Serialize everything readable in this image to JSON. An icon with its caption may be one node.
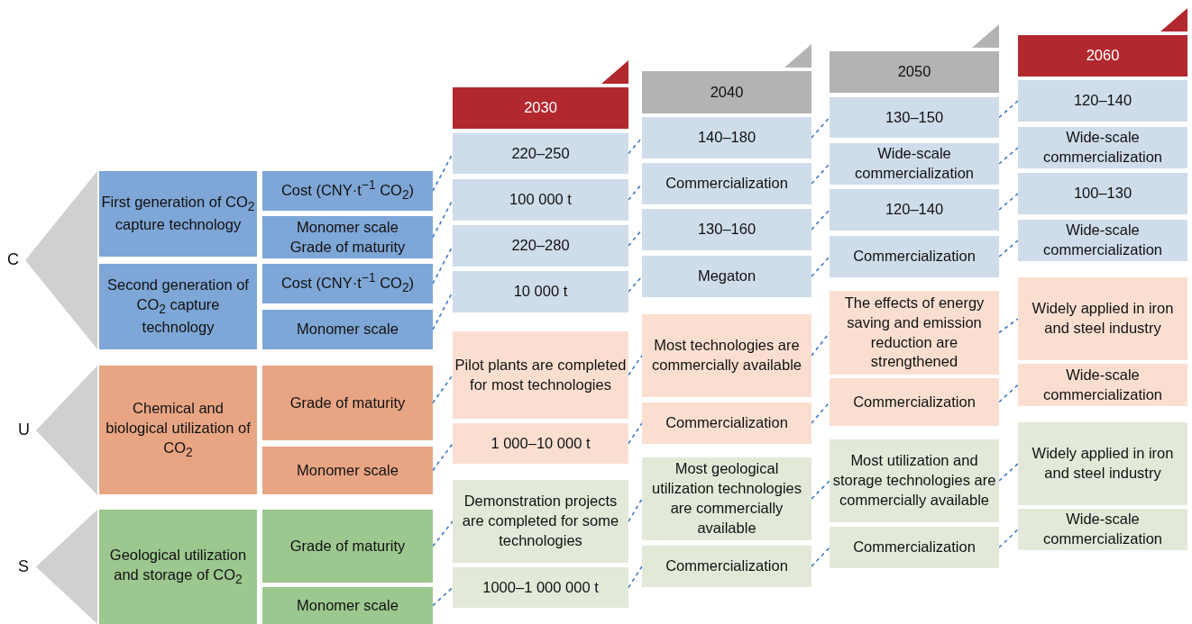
{
  "diagram": {
    "nodes": [
      {
        "text": [
          "C"
        ]
      },
      {
        "text": [
          "First generation of CO$_{2}$ capture technology"
        ]
      },
      {
        "text": [
          "Cost (CNY·t$^{−1}$ CO$_{2}$)"
        ]
      },
      {
        "text": [
          "Monomer scale",
          "Grade of maturity"
        ]
      },
      {
        "text": [
          "Second generation of CO$_{2}$ capture technology"
        ]
      },
      {
        "text": [
          "Cost (CNY·t$^{−1}$ CO$_{2}$)"
        ]
      },
      {
        "text": [
          "Monomer scale"
        ]
      },
      {
        "text": [
          "U"
        ]
      },
      {
        "text": [
          "Chemical and biological utilization of CO$_{2}$"
        ]
      },
      {
        "text": [
          "Grade of maturity"
        ]
      },
      {
        "text": [
          "Monomer scale"
        ]
      },
      {
        "text": [
          "S"
        ]
      },
      {
        "text": [
          "Geological utilization and storage of CO$_{2}$"
        ]
      },
      {
        "text": [
          "Grade of maturity"
        ]
      },
      {
        "text": [
          "Monomer scale"
        ]
      },
      {
        "text": [
          "2030"
        ]
      },
      {
        "text": [
          "220–250"
        ]
      },
      {
        "text": [
          "100 000 t"
        ]
      },
      {
        "text": [
          "220–280"
        ]
      },
      {
        "text": [
          "10 000 t"
        ]
      },
      {
        "text": [
          "Pilot plants are completed for most technologies"
        ]
      },
      {
        "text": [
          "1 000–10 000 t"
        ]
      },
      {
        "text": [
          "Demonstration projects are completed for some technologies"
        ]
      },
      {
        "text": [
          "1000–1 000 000 t"
        ]
      },
      {
        "text": [
          "2040"
        ]
      },
      {
        "text": [
          "140–180"
        ]
      },
      {
        "text": [
          "Commercialization"
        ]
      },
      {
        "text": [
          "130–160"
        ]
      },
      {
        "text": [
          "Megaton"
        ]
      },
      {
        "text": [
          "Most technologies are commercially available"
        ]
      },
      {
        "text": [
          "Commercialization"
        ]
      },
      {
        "text": [
          "Most geological utilization technologies are commercially available"
        ]
      },
      {
        "text": [
          "Commercialization"
        ]
      },
      {
        "text": [
          "2050"
        ]
      },
      {
        "text": [
          "130–150"
        ]
      },
      {
        "text": [
          "Wide-scale commercialization"
        ]
      },
      {
        "text": [
          "120–140"
        ]
      },
      {
        "text": [
          "Commercialization"
        ]
      },
      {
        "text": [
          "The effects of energy saving and emission reduction are strengthened"
        ]
      },
      {
        "text": [
          "Commercialization"
        ]
      },
      {
        "text": [
          "Most utilization and storage technologies are commercially available"
        ]
      },
      {
        "text": [
          "Commercialization"
        ]
      },
      {
        "text": [
          "2060"
        ]
      },
      {
        "text": [
          "120–140"
        ]
      },
      {
        "text": [
          "Wide-scale commercialization"
        ]
      },
      {
        "text": [
          "100–130"
        ]
      },
      {
        "text": [
          "Wide-scale commercialization"
        ]
      },
      {
        "text": [
          "Widely applied in iron and steel industry"
        ]
      },
      {
        "text": [
          "Wide-scale commercialization"
        ]
      },
      {
        "text": [
          "Widely applied in iron and steel industry"
        ]
      },
      {
        "text": [
          "Wide-scale commercialization"
        ]
      }
    ],
    "edges": [
      {
        "from": 2,
        "to": 16,
        "arrow": "none",
        "style": "dashed"
      },
      {
        "from": 3,
        "to": 17,
        "arrow": "none",
        "style": "dashed"
      },
      {
        "from": 5,
        "to": 18,
        "arrow": "none",
        "style": "dashed"
      },
      {
        "from": 6,
        "to": 19,
        "arrow": "none",
        "style": "dashed"
      },
      {
        "from": 9,
        "to": 20,
        "arrow": "none",
        "style": "dashed"
      },
      {
        "from": 10,
        "to": 21,
        "arrow": "none",
        "style": "dashed"
      },
      {
        "from": 13,
        "to": 22,
        "arrow": "none",
        "style": "dashed"
      },
      {
        "from": 14,
        "to": 23,
        "arrow": "none",
        "style": "dashed"
      },
      {
        "from": 16,
        "to": 25,
        "arrow": "none",
        "style": "dashed"
      },
      {
        "from": 17,
        "to": 26,
        "arrow": "none",
        "style": "dashed"
      },
      {
        "from": 18,
        "to": 27,
        "arrow": "none",
        "style": "dashed"
      },
      {
        "from": 19,
        "to": 28,
        "arrow": "none",
        "style": "dashed"
      },
      {
        "from": 20,
        "to": 29,
        "arrow": "none",
        "style": "dashed"
      },
      {
        "from": 21,
        "to": 30,
        "arrow": "none",
        "style": "dashed"
      },
      {
        "from": 22,
        "to": 31,
        "arrow": "none",
        "style": "dashed"
      },
      {
        "from": 23,
        "to": 32,
        "arrow": "none",
        "style": "dashed"
      },
      {
        "from": 25,
        "to": 34,
        "arrow": "none",
        "style": "dashed"
      },
      {
        "from": 26,
        "to": 35,
        "arrow": "none",
        "style": "dashed"
      },
      {
        "from": 27,
        "to": 36,
        "arrow": "none",
        "style": "dashed"
      },
      {
        "from": 28,
        "to": 37,
        "arrow": "none",
        "style": "dashed"
      },
      {
        "from": 29,
        "to": 38,
        "arrow": "none",
        "style": "dashed"
      },
      {
        "from": 30,
        "to": 39,
        "arrow": "none",
        "style": "dashed"
      },
      {
        "from": 31,
        "to": 40,
        "arrow": "none",
        "style": "dashed"
      },
      {
        "from": 32,
        "to": 41,
        "arrow": "none",
        "style": "dashed"
      },
      {
        "from": 34,
        "to": 43,
        "arrow": "none",
        "style": "dashed"
      },
      {
        "from": 35,
        "to": 44,
        "arrow": "none",
        "style": "dashed"
      },
      {
        "from": 36,
        "to": 45,
        "arrow": "none",
        "style": "dashed"
      },
      {
        "from": 37,
        "to": 46,
        "arrow": "none",
        "style": "dashed"
      },
      {
        "from": 38,
        "to": 47,
        "arrow": "none",
        "style": "dashed"
      },
      {
        "from": 39,
        "to": 48,
        "arrow": "none",
        "style": "dashed"
      },
      {
        "from": 40,
        "to": 49,
        "arrow": "none",
        "style": "dashed"
      },
      {
        "from": 41,
        "to": 50,
        "arrow": "none",
        "style": "dashed"
      }
    ]
  }
}
